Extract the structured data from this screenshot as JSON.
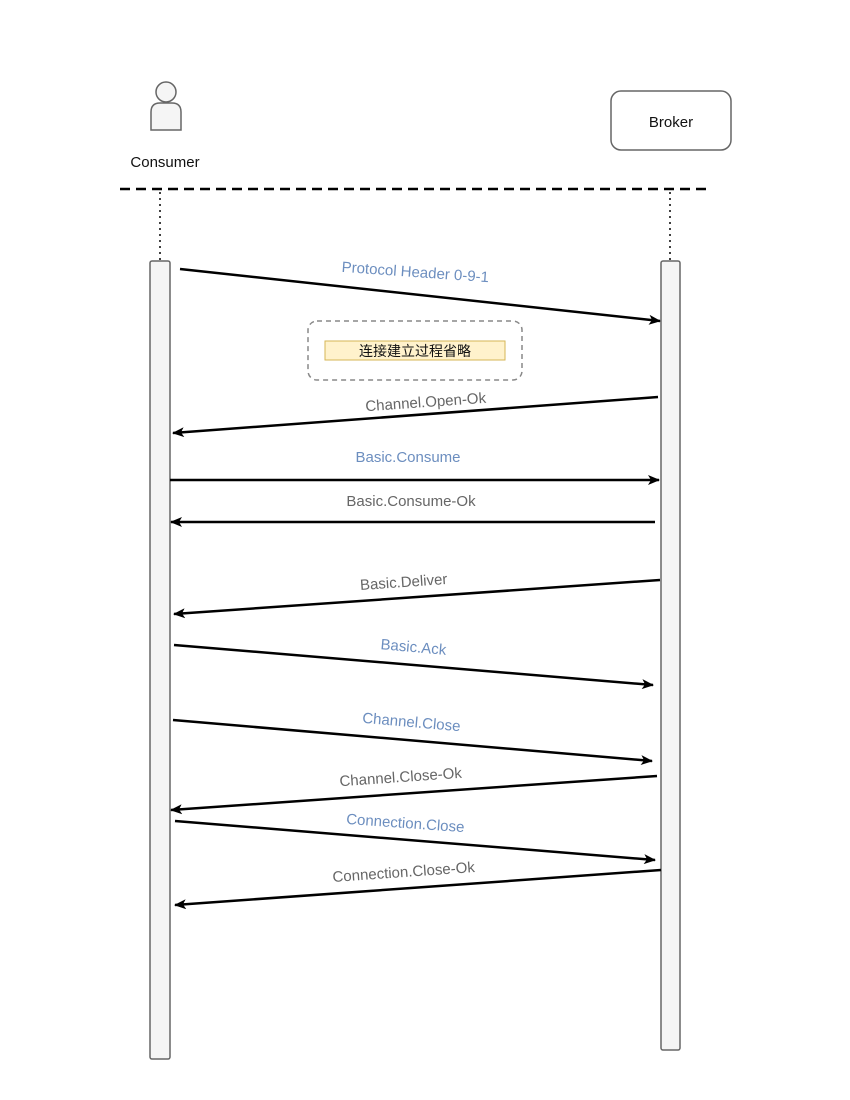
{
  "participants": {
    "consumer": {
      "label": "Consumer"
    },
    "broker": {
      "label": "Broker"
    }
  },
  "note": {
    "text": "连接建立过程省略"
  },
  "colors": {
    "request": "#6c8ebf",
    "response": "#666666",
    "note_fill": "#fff2cc",
    "note_stroke": "#d6b656",
    "lifeline_fill": "#f5f5f5",
    "lifeline_stroke": "#666666"
  },
  "messages": [
    {
      "label": "Protocol Header 0-9-1",
      "direction": "to-broker",
      "kind": "request"
    },
    {
      "label": "Channel.Open-Ok",
      "direction": "to-consumer",
      "kind": "response"
    },
    {
      "label": "Basic.Consume",
      "direction": "to-broker",
      "kind": "request"
    },
    {
      "label": "Basic.Consume-Ok",
      "direction": "to-consumer",
      "kind": "response"
    },
    {
      "label": "Basic.Deliver",
      "direction": "to-consumer",
      "kind": "response"
    },
    {
      "label": "Basic.Ack",
      "direction": "to-broker",
      "kind": "request"
    },
    {
      "label": "Channel.Close",
      "direction": "to-broker",
      "kind": "request"
    },
    {
      "label": "Channel.Close-Ok",
      "direction": "to-consumer",
      "kind": "response"
    },
    {
      "label": "Connection.Close",
      "direction": "to-broker",
      "kind": "request"
    },
    {
      "label": "Connection.Close-Ok",
      "direction": "to-consumer",
      "kind": "response"
    }
  ]
}
